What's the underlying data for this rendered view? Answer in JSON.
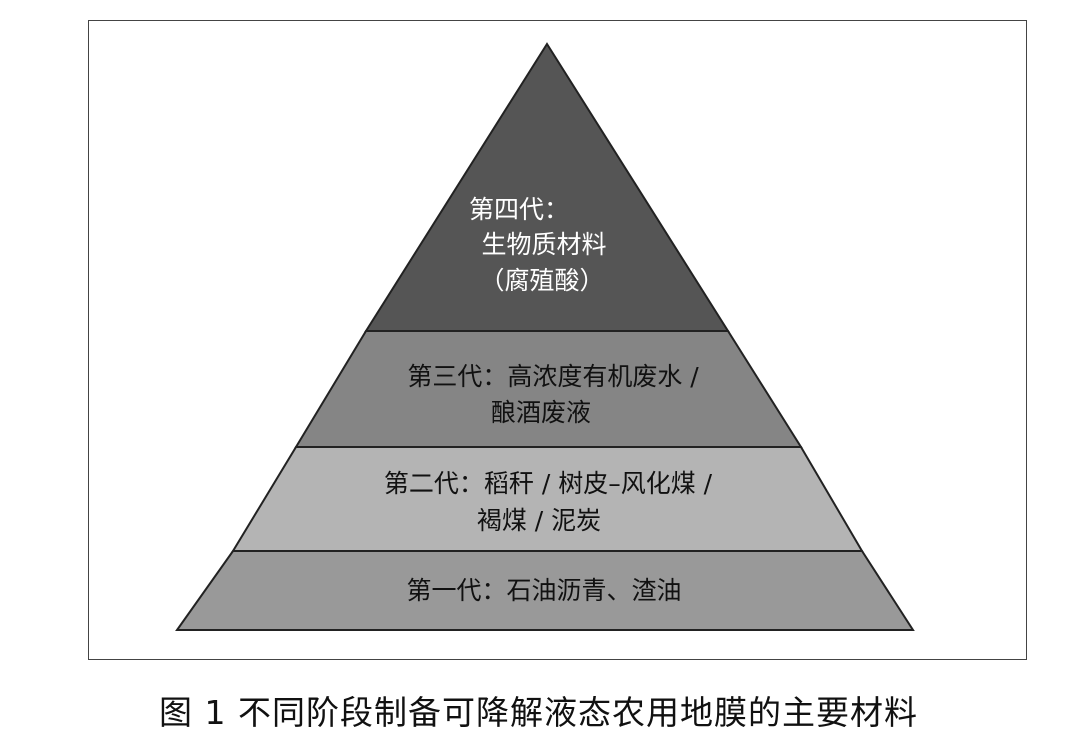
{
  "caption": "图 1  不同阶段制备可降解液态农用地膜的主要材料",
  "colors": {
    "gen4_fill": "#555555",
    "gen3_fill": "#858585",
    "gen2_fill": "#b4b4b4",
    "gen1_fill": "#999999",
    "border": "#222222",
    "dark_text": "#ffffff",
    "light_text": "#111111"
  },
  "tiers": [
    {
      "id": "gen4",
      "lines": [
        "第四代：",
        "生物质材料",
        "（腐殖酸）"
      ]
    },
    {
      "id": "gen3",
      "lines": [
        "第三代：高浓度有机废水 /",
        "酿酒废液"
      ]
    },
    {
      "id": "gen2",
      "lines": [
        "第二代：稻秆 / 树皮–风化煤 /",
        "褐煤 / 泥炭"
      ]
    },
    {
      "id": "gen1",
      "lines": [
        "第一代：石油沥青、渣油"
      ]
    }
  ]
}
